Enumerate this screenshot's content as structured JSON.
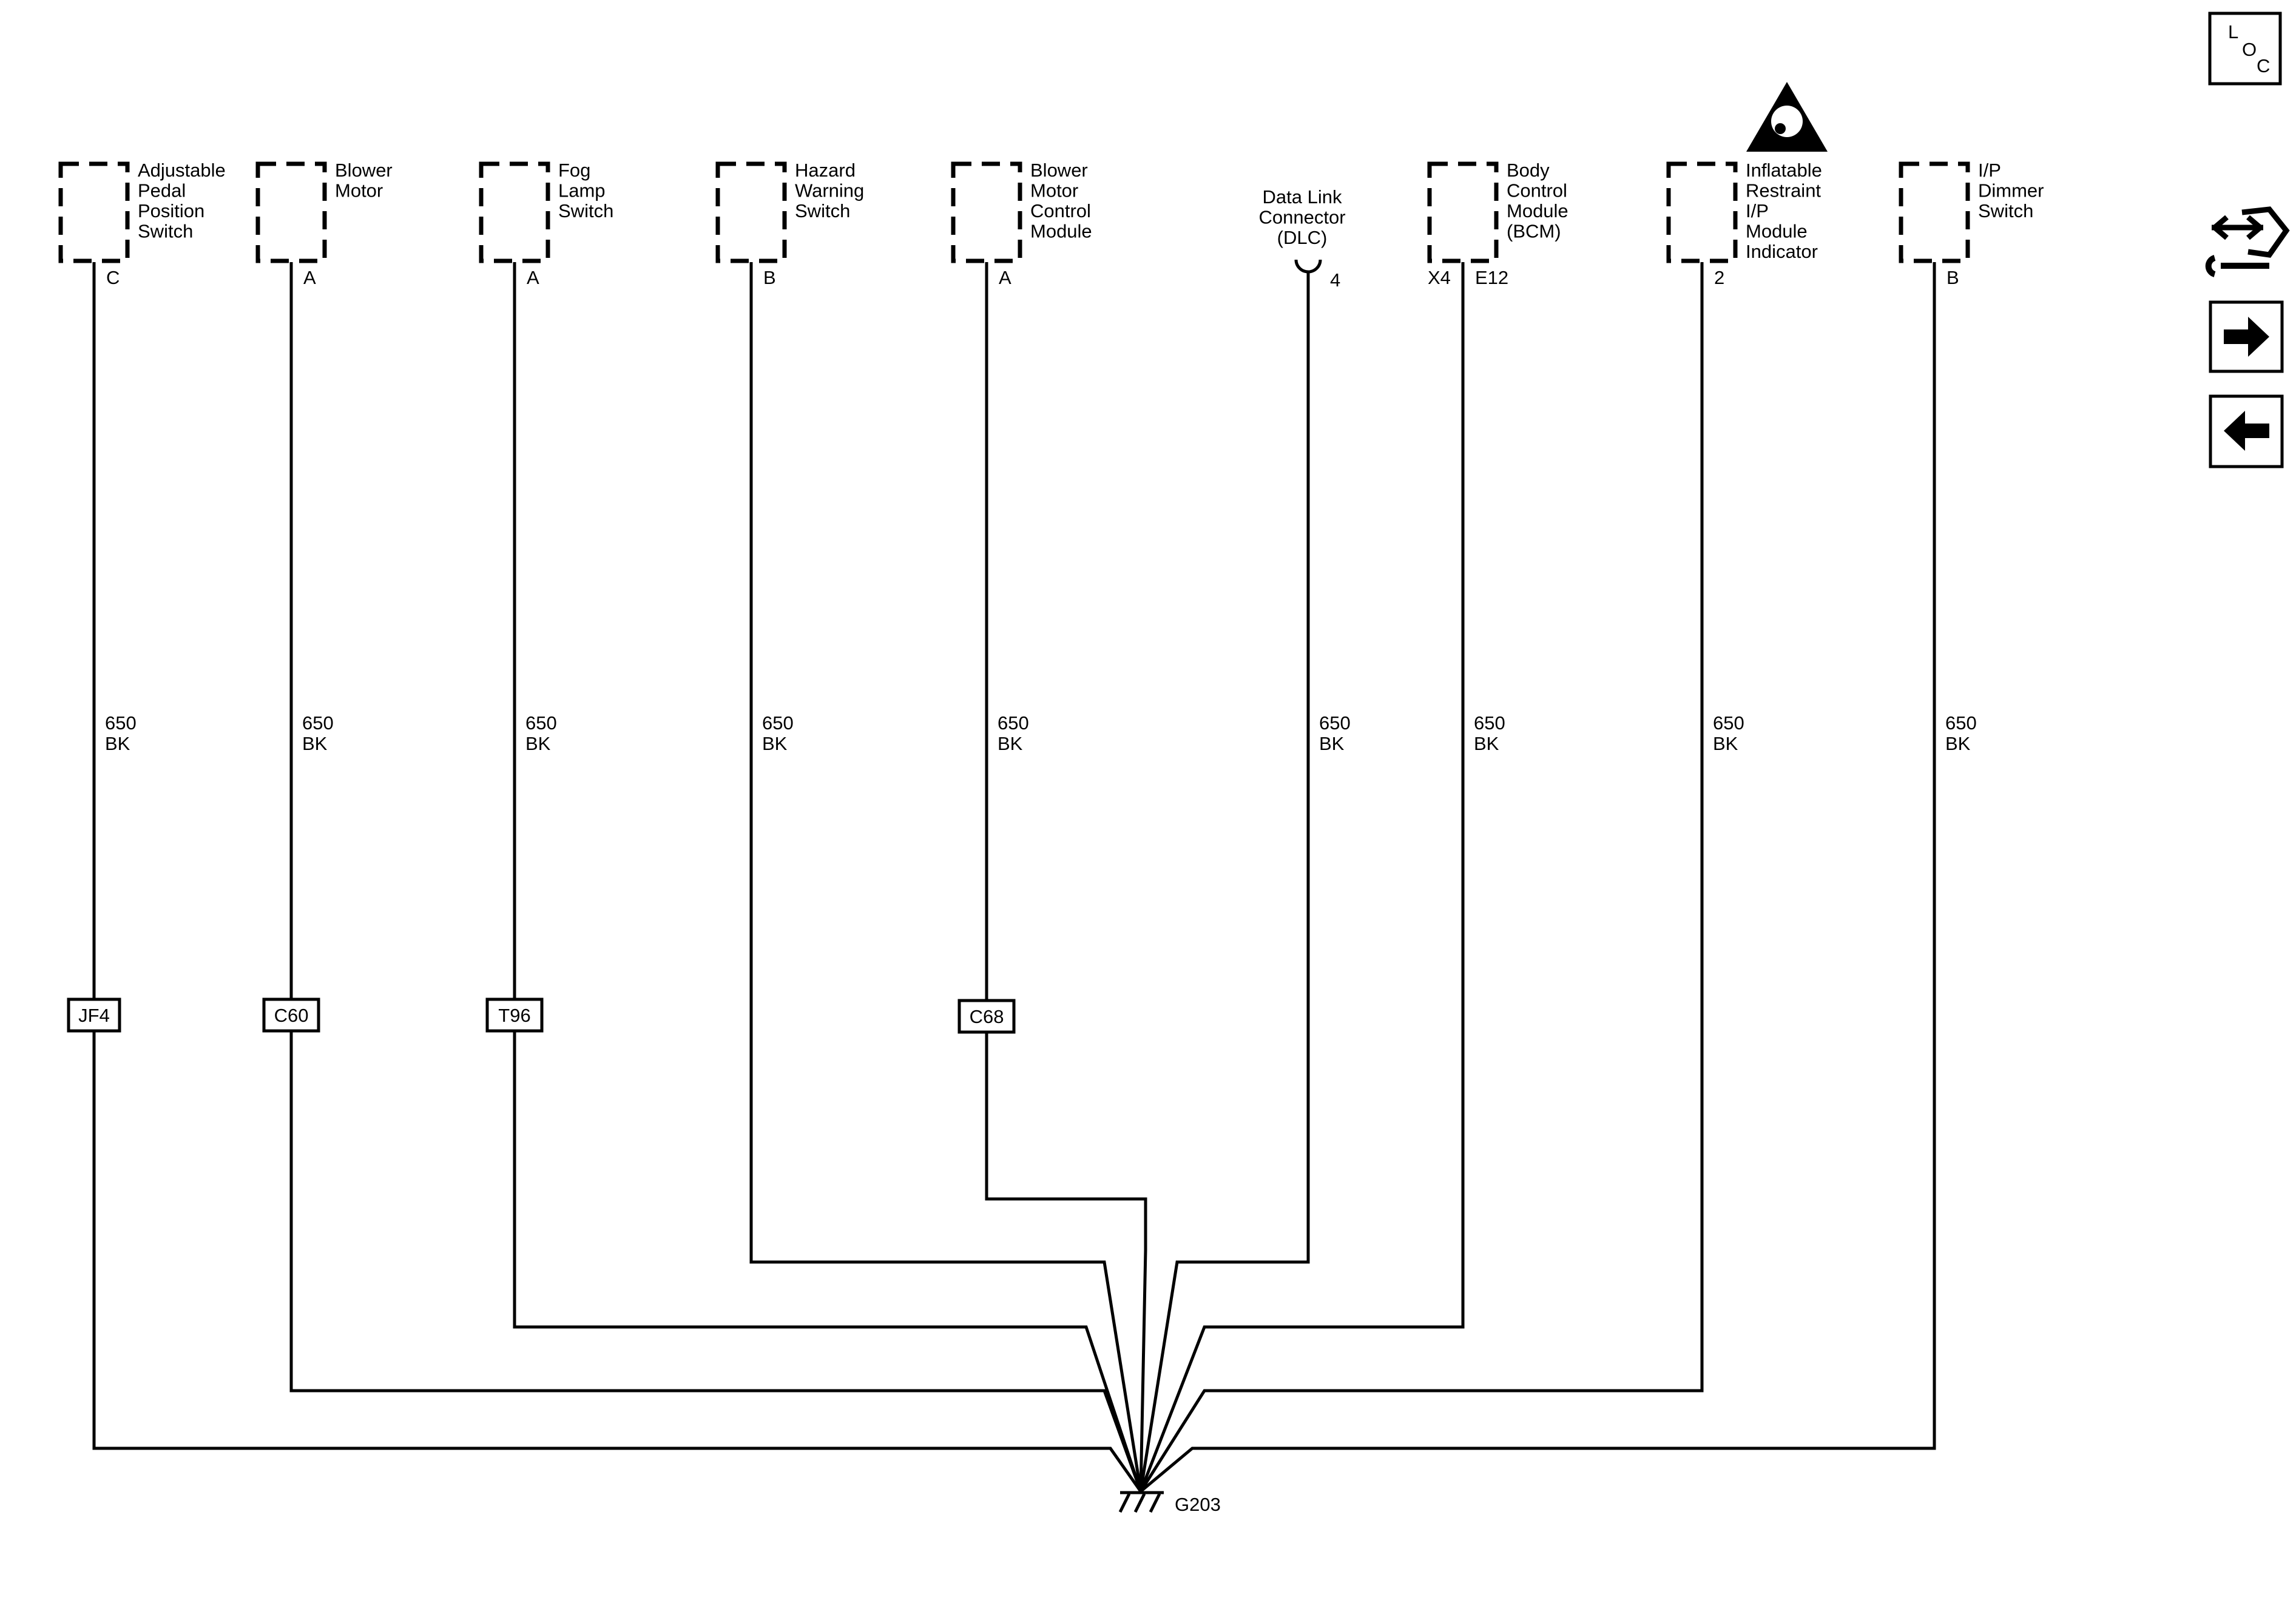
{
  "components": [
    {
      "id": "adjustable-pedal",
      "name_lines": [
        "Adjustable",
        "Pedal",
        "Position",
        "Switch"
      ],
      "pin": "C",
      "circuit": "650",
      "color": "BK",
      "connector": "JF4"
    },
    {
      "id": "blower-motor",
      "name_lines": [
        "Blower",
        "Motor"
      ],
      "pin": "A",
      "circuit": "650",
      "color": "BK",
      "connector": "C60"
    },
    {
      "id": "fog-lamp-switch",
      "name_lines": [
        "Fog",
        "Lamp",
        "Switch"
      ],
      "pin": "A",
      "circuit": "650",
      "color": "BK",
      "connector": "T96"
    },
    {
      "id": "hazard-warning-switch",
      "name_lines": [
        "Hazard",
        "Warning",
        "Switch"
      ],
      "pin": "B",
      "circuit": "650",
      "color": "BK",
      "connector": ""
    },
    {
      "id": "blower-motor-control-module",
      "name_lines": [
        "Blower",
        "Motor",
        "Control",
        "Module"
      ],
      "pin": "A",
      "circuit": "650",
      "color": "BK",
      "connector": "C68"
    },
    {
      "id": "data-link-connector",
      "name_lines": [
        "Data Link",
        "Connector",
        "(DLC)"
      ],
      "pin": "4",
      "circuit": "650",
      "color": "BK",
      "connector": ""
    },
    {
      "id": "body-control-module",
      "name_lines": [
        "Body",
        "Control",
        "Module",
        "(BCM)"
      ],
      "pin": "E12",
      "pin_prefix": "X4",
      "circuit": "650",
      "color": "BK",
      "connector": ""
    },
    {
      "id": "inflatable-restraint-indicator",
      "name_lines": [
        "Inflatable",
        "Restraint",
        "I/P",
        "Module",
        "Indicator"
      ],
      "pin": "2",
      "circuit": "650",
      "color": "BK",
      "connector": ""
    },
    {
      "id": "ip-dimmer-switch",
      "name_lines": [
        "I/P",
        "Dimmer",
        "Switch"
      ],
      "pin": "B",
      "circuit": "650",
      "color": "BK",
      "connector": ""
    }
  ],
  "ground": {
    "label": "G203"
  },
  "loc_button": {
    "letters": [
      "L",
      "O",
      "C"
    ]
  },
  "icons": {
    "airbag_warning": "airbag-warning-icon",
    "connector_tool": "connector-tool-icon",
    "next": "arrow-right-icon",
    "prev": "arrow-left-icon"
  }
}
